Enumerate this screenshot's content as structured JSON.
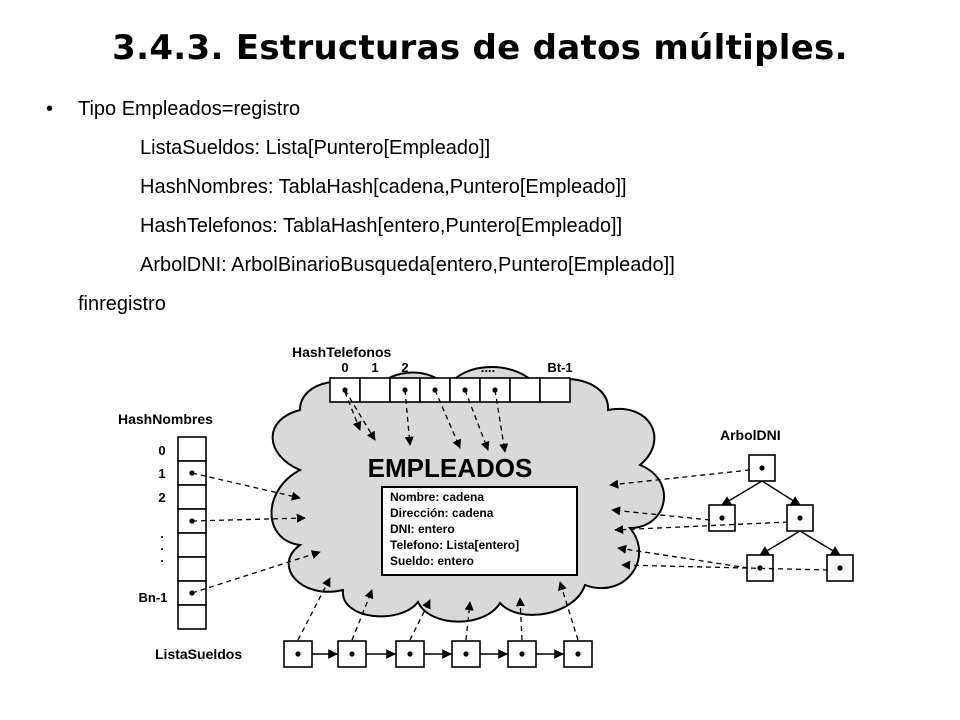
{
  "slide": {
    "title": "3.4.3. Estructuras de datos múltiples.",
    "bullet_symbol": "•",
    "lines": [
      "Tipo Empleados=registro",
      "ListaSueldos: Lista[Puntero[Empleado]]",
      "HashNombres: TablaHash[cadena,Puntero[Empleado]]",
      "HashTelefonos: TablaHash[entero,Puntero[Empleado]]",
      "ArbolDNI: ArbolBinarioBusqueda[entero,Puntero[Empleado]]",
      "finregistro"
    ]
  },
  "diagram": {
    "hash_telefonos": {
      "label": "HashTelefonos",
      "indices": [
        "0",
        "1",
        "2",
        "....",
        "Bt-1"
      ]
    },
    "hash_nombres": {
      "label": "HashNombres",
      "indices": [
        "0",
        "1",
        "2",
        ".",
        ".",
        ".",
        "Bn-1"
      ]
    },
    "arbol_dni": {
      "label": "ArbolDNI"
    },
    "lista_sueldos": {
      "label": "ListaSueldos"
    },
    "empleados": {
      "title": "EMPLEADOS",
      "fields": [
        "Nombre: cadena",
        "Dirección: cadena",
        "DNI: entero",
        "Telefono: Lista[entero]",
        "Sueldo: entero"
      ]
    }
  }
}
